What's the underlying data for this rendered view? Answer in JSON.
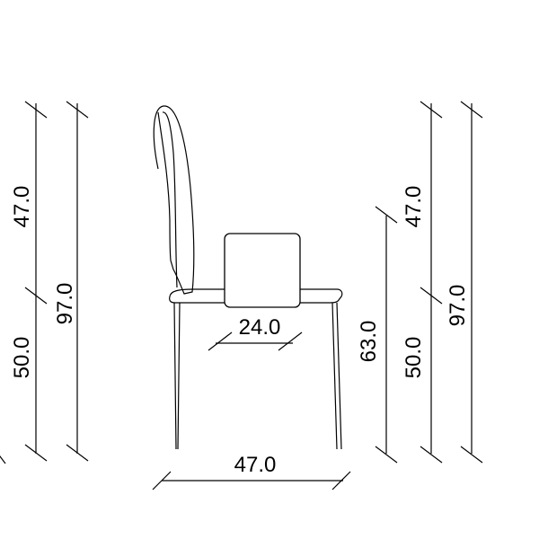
{
  "dimensions": {
    "left_upper": "47.0",
    "left_lower": "50.0",
    "left_total": "97.0",
    "armrest_width": "24.0",
    "base_width": "47.0",
    "armrest_height": "63.0",
    "right_upper": "47.0",
    "right_lower": "50.0",
    "right_total": "97.0"
  }
}
